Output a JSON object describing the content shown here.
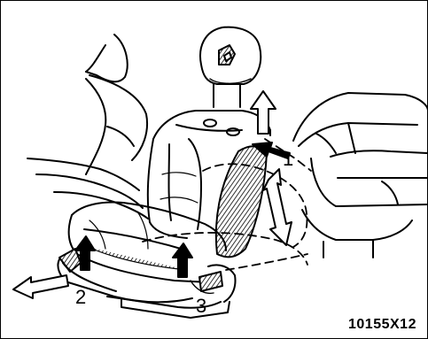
{
  "figure": {
    "code": "10155X12",
    "steps": [
      {
        "id": "1",
        "label": "1"
      },
      {
        "id": "2",
        "label": "2"
      },
      {
        "id": "3",
        "label": "3"
      }
    ]
  },
  "colors": {
    "line": "#000000",
    "background": "#ffffff"
  }
}
